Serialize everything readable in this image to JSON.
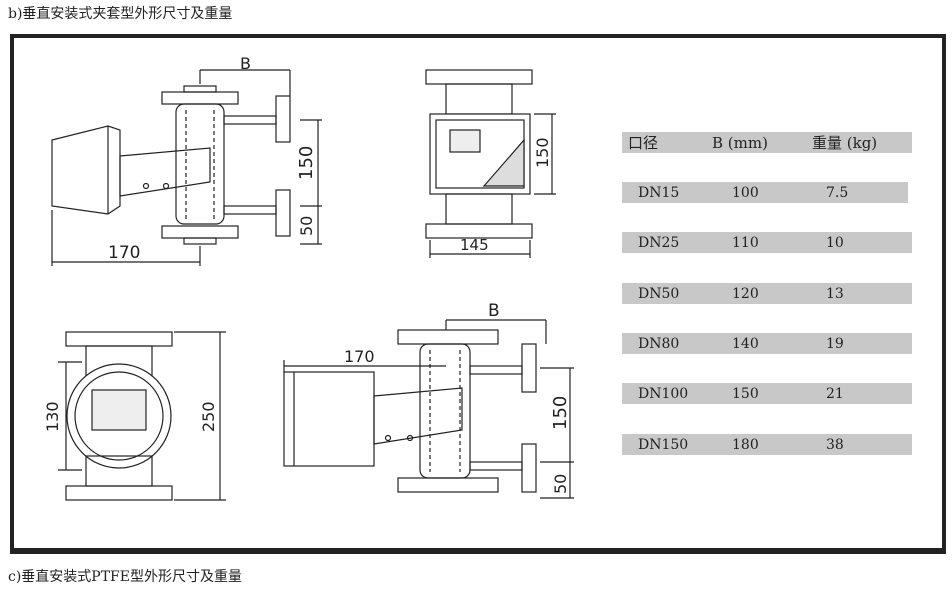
{
  "captions": {
    "top": "b)垂直安装式夹套型外形尺寸及重量",
    "bottom": "c)垂直安装式PTFE型外形尺寸及重量"
  },
  "drawings": {
    "view1": {
      "b": "B",
      "h150": "150",
      "h50": "50",
      "w170": "170"
    },
    "view2": {
      "h150": "150",
      "w145": "145"
    },
    "view3": {
      "h130": "130",
      "h250": "250"
    },
    "view4": {
      "w170": "170",
      "b": "B",
      "h150": "150",
      "h50": "50"
    }
  },
  "table": {
    "headers": [
      "口径",
      "B (mm)",
      "重量 (kg)"
    ],
    "rows": [
      [
        "DN15",
        "100",
        "7.5"
      ],
      [
        "DN25",
        "110",
        "10"
      ],
      [
        "DN50",
        "120",
        "13"
      ],
      [
        "DN80",
        "140",
        "19"
      ],
      [
        "DN100",
        "150",
        "21"
      ],
      [
        "DN150",
        "180",
        "38"
      ]
    ]
  }
}
